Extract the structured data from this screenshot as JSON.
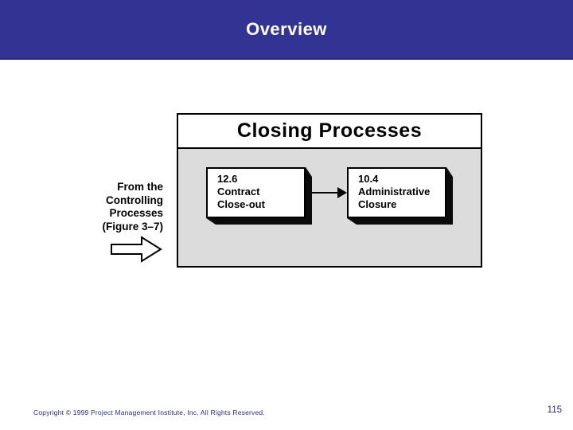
{
  "slide": {
    "title": "Overview",
    "footer": "Copyright © 1999 Project Management Institute, Inc. All Rights Reserved.",
    "page_number": "115"
  },
  "diagram": {
    "title": "Closing Processes",
    "source_label": [
      "From the",
      "Controlling",
      "Processes",
      "(Figure 3–7)"
    ],
    "flow_icon": "right-arrow-outline",
    "connector_icon": "right-arrow-solid",
    "processes": [
      {
        "id": "12.6",
        "line1": "Contract",
        "line2": "Close-out"
      },
      {
        "id": "10.4",
        "line1": "Administrative",
        "line2": "Closure"
      }
    ]
  },
  "colors": {
    "header_bg": "#333394",
    "header_text": "#FFFFFF",
    "panel_bg": "#DCDCDC",
    "box_border": "#000000",
    "footer_text": "#2B2B80"
  }
}
